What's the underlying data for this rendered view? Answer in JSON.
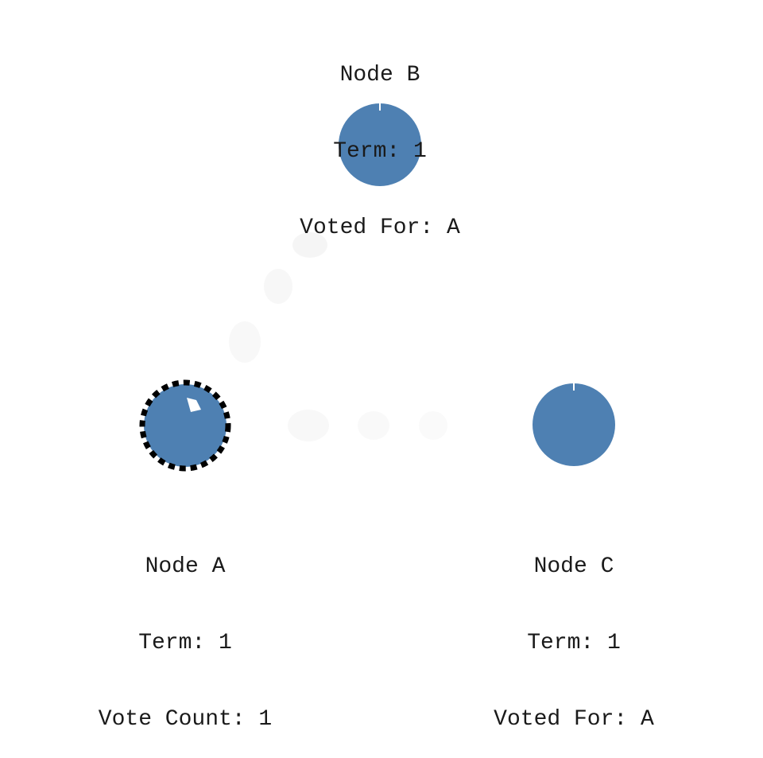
{
  "nodes": {
    "b": {
      "title": "Node B",
      "term": "Term: 1",
      "status": "Voted For: A"
    },
    "a": {
      "title": "Node A",
      "term": "Term: 1",
      "status": "Vote Count: 1",
      "role": "candidate"
    },
    "c": {
      "title": "Node C",
      "term": "Term: 1",
      "status": "Voted For: A"
    }
  },
  "colors": {
    "node_fill": "#4e80b2",
    "candidate_border": "#000000",
    "tick": "#ffffff",
    "ghost_message": "#f2f2f2"
  }
}
